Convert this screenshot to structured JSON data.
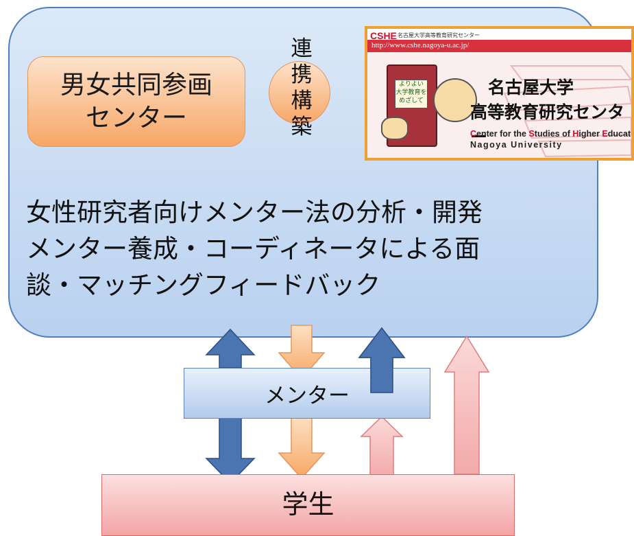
{
  "center": {
    "line1": "男女共同参画",
    "line2": "センター"
  },
  "link": {
    "chars": [
      "連",
      "携",
      "構",
      "築"
    ]
  },
  "logo": {
    "abbr": "CSHE",
    "small_title": "名古屋大学高等教育研究センター",
    "url": "http://www.cshe.nagoya-u.ac.jp/",
    "book_label": [
      "よりよい",
      "大学教育を",
      "めざして"
    ],
    "name_line1": "名古屋大学",
    "name_line2": "高等教育研究センター",
    "en_parts": [
      "C",
      "enter for the ",
      "S",
      "tudies of ",
      "H",
      "igher ",
      "E",
      "ducation,"
    ],
    "en_line2": "Nagoya University"
  },
  "description": {
    "line1": "女性研究者向けメンター法の分析・開発",
    "line2": "メンター養成・コーディネータによる面",
    "line3": "談・マッチングフィードバック"
  },
  "mentor_label": "メンター",
  "student_label": "学生",
  "colors": {
    "blue_arrow": "#4a75b0",
    "orange_arrow": "#f9b57a",
    "pink_arrow": "#f4b3b3"
  }
}
